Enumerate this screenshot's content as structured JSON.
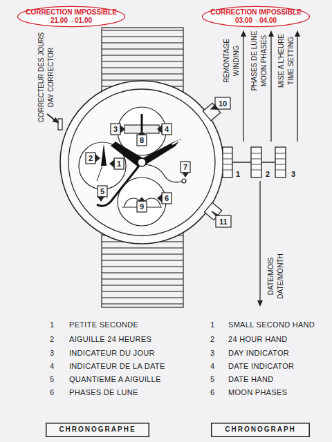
{
  "diagram": {
    "nodes": [
      {
        "text": [
          "CORRECTION IMPOSSIBLE",
          "21.00→01.00"
        ]
      },
      {
        "text": [
          "CORRECTION IMPOSSIBLE",
          "03.00→04.00"
        ]
      },
      {
        "text": [
          "CHRONOGRAPHE"
        ]
      },
      {
        "text": [
          "CHRONOGRAPH"
        ]
      }
    ],
    "labels": [
      "CORRECTEUR DES JOURS",
      "DAY CORRECTOR",
      "REMONTAGE",
      "WINDING",
      "PHASES DE LUNE",
      "MOON PHASES",
      "MISE A L'HEURE",
      "TIME SETTING",
      "3",
      "8",
      "4",
      "2",
      "1",
      "5",
      "7",
      "10",
      "9",
      "6",
      "11",
      "1",
      "2",
      "3",
      "DATE/MOIS",
      "DATE/MONTH",
      "1",
      "PETITE SECONDE",
      "2",
      "AIGUILLE 24 HEURES",
      "3",
      "INDICATEUR DU JOUR",
      "4",
      "INDICATEUR DE LA DATE",
      "5",
      "QUANTIEME A AIGUILLE",
      "6",
      "PHASES DE LUNE",
      "1",
      "SMALL SECOND HAND",
      "2",
      "24 HOUR HAND",
      "3",
      "DAY INDICATOR",
      "4",
      "DATE INDICATOR",
      "5",
      "DATE HAND",
      "6",
      "MOON PHASES"
    ]
  }
}
